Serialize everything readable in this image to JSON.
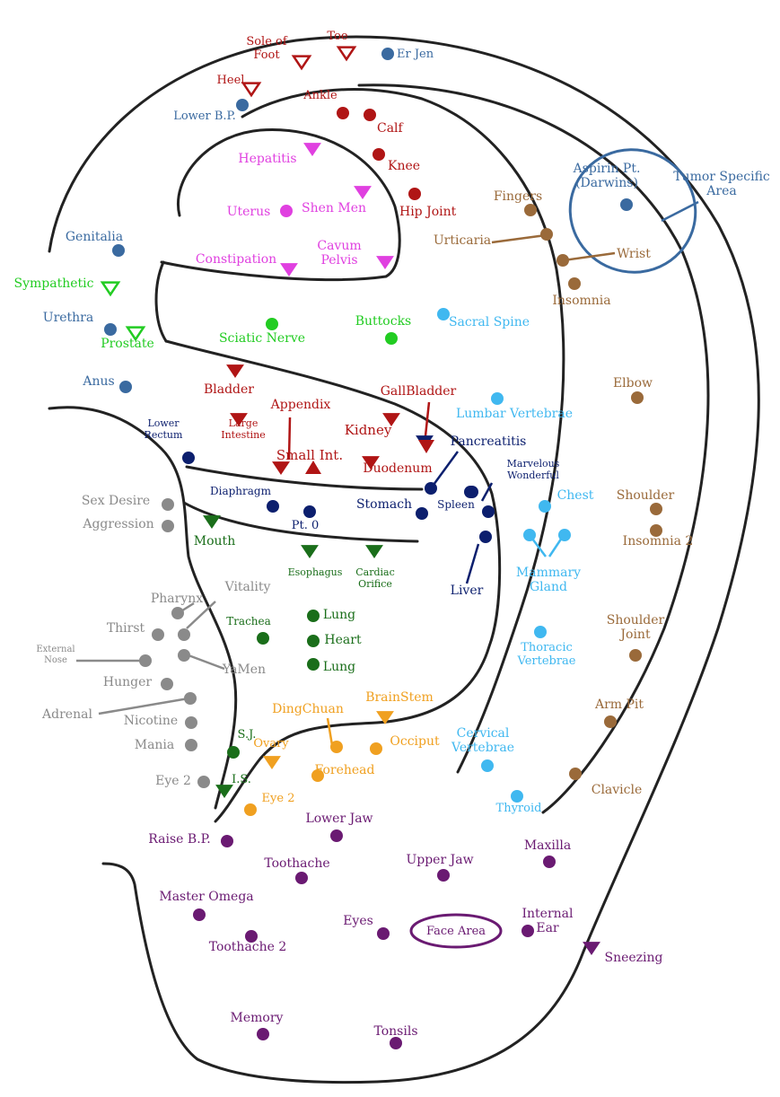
{
  "colors": {
    "outline": "#222222",
    "red": "#b01515",
    "magenta": "#e040e0",
    "blue": "#3a6aa0",
    "brown": "#9a6a3a",
    "green": "#22cc22",
    "darkgreen": "#1a6e1a",
    "navy": "#0c1f6e",
    "gray": "#8a8a8a",
    "orange": "#f0a020",
    "cyan": "#40b8f0",
    "purple": "#6a1a72"
  },
  "labels": {
    "sole_of_foot": "Sole of Foot",
    "toe": "Toe",
    "er_jen": "Er Jen",
    "heel": "Heel",
    "lower_bp": "Lower B.P.",
    "ankle": "Ankle",
    "calf": "Calf",
    "knee": "Knee",
    "hip_joint": "Hip Joint",
    "hepatitis": "Hepatitis",
    "uterus": "Uterus",
    "shen_men": "Shen Men",
    "constipation": "Constipation",
    "cavum_pelvis": "Cavum Pelvis",
    "fingers": "Fingers",
    "urticaria": "Urticaria",
    "wrist": "Wrist",
    "insomnia": "Insomnia",
    "aspirin_pt": "Aspirin Pt. (Darwins)",
    "tumor_specific": "Tumor Specific Area",
    "genitalia": "Genitalia",
    "sympathetic": "Sympathetic",
    "urethra": "Urethra",
    "prostate": "Prostate",
    "sciatic_nerve": "Sciatic Nerve",
    "buttocks": "Buttocks",
    "sacral_spine": "Sacral Spine",
    "anus": "Anus",
    "bladder": "Bladder",
    "gallbladder": "GallBladder",
    "lumbar_vertebrae": "Lumbar Vertebrae",
    "elbow": "Elbow",
    "appendix": "Appendix",
    "large_intestine": "Large Intestine",
    "kidney": "Kidney",
    "lower_rectum": "Lower Rectum",
    "pancreatitis": "Pancreatitis",
    "small_int": "Small Int.",
    "duodenum": "Duodenum",
    "marvelous_wonderful": "Marvelous Wonderful",
    "diaphragm": "Diaphragm",
    "stomach": "Stomach",
    "spleen": "Spleen",
    "chest": "Chest",
    "shoulder": "Shoulder",
    "sex_desire": "Sex Desire",
    "aggression": "Aggression",
    "pt0": "Pt. 0",
    "insomnia2": "Insomnia 2",
    "mouth": "Mouth",
    "esophagus": "Esophagus",
    "cardiac_orifice": "Cardiac Orifice",
    "mammary_gland": "Mammary Gland",
    "liver": "Liver",
    "pharynx": "Pharynx",
    "vitality": "Vitality",
    "thirst": "Thirst",
    "trachea": "Trachea",
    "lung1": "Lung",
    "heart": "Heart",
    "lung2": "Lung",
    "shoulder_joint": "Shoulder Joint",
    "thoracic_vertebrae": "Thoracic Vertebrae",
    "external_nose": "External Nose",
    "yamen": "YaMen",
    "hunger": "Hunger",
    "adrenal": "Adrenal",
    "nicotine": "Nicotine",
    "brainstem": "BrainStem",
    "dingchuan": "DingChuan",
    "arm_pit": "Arm Pit",
    "mania": "Mania",
    "sj": "S.J.",
    "ovary": "Ovary",
    "occiput": "Occiput",
    "cervical_vertebrae": "Cervical Vertebrae",
    "forehead": "Forehead",
    "eye2_left": "Eye 2",
    "is": "I.S.",
    "eye2": "Eye 2",
    "thyroid": "Thyroid",
    "clavicle": "Clavicle",
    "lower_jaw": "Lower Jaw",
    "raise_bp": "Raise B.P.",
    "toothache": "Toothache",
    "upper_jaw": "Upper Jaw",
    "maxilla": "Maxilla",
    "master_omega": "Master Omega",
    "eyes": "Eyes",
    "face_area": "Face Area",
    "internal_ear": "Internal Ear",
    "toothache2": "Toothache 2",
    "sneezing": "Sneezing",
    "memory": "Memory",
    "tonsils": "Tonsils"
  }
}
